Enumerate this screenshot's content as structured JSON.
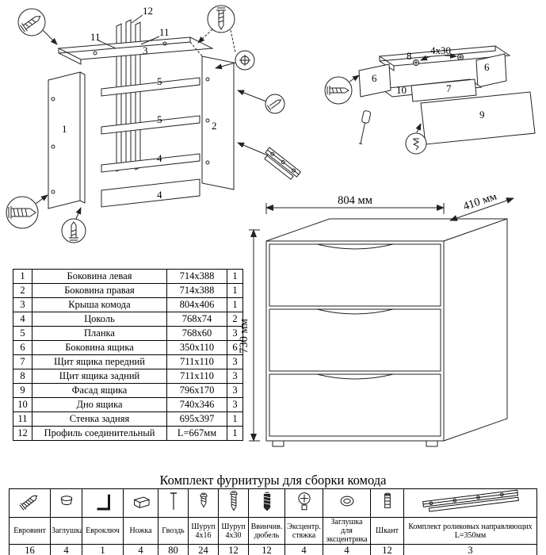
{
  "page": {
    "bg": "#ffffff",
    "ink": "#000000"
  },
  "part_numbers": {
    "p1": "1",
    "p2": "2",
    "p3": "3",
    "p4": "4",
    "p5": "5",
    "p6": "6",
    "p7": "7",
    "p8": "8",
    "p9": "9",
    "p10": "10",
    "p11": "11",
    "p12": "12"
  },
  "drawer_diagram": {
    "screw_label": "4x30"
  },
  "dimensions": {
    "width": "804 мм",
    "depth": "410 мм",
    "height": "730 мм"
  },
  "parts_table": {
    "rows": [
      {
        "num": "1",
        "name": "Боковина левая",
        "size": "714x388",
        "qty": "1"
      },
      {
        "num": "2",
        "name": "Боковина правая",
        "size": "714x388",
        "qty": "1"
      },
      {
        "num": "3",
        "name": "Крыша комода",
        "size": "804x406",
        "qty": "1"
      },
      {
        "num": "4",
        "name": "Цоколь",
        "size": "768x74",
        "qty": "2"
      },
      {
        "num": "5",
        "name": "Планка",
        "size": "768x60",
        "qty": "3"
      },
      {
        "num": "6",
        "name": "Боковина ящика",
        "size": "350x110",
        "qty": "6"
      },
      {
        "num": "7",
        "name": "Щит ящика передний",
        "size": "711x110",
        "qty": "3"
      },
      {
        "num": "8",
        "name": "Щит ящика задний",
        "size": "711x110",
        "qty": "3"
      },
      {
        "num": "9",
        "name": "Фасад ящика",
        "size": "796x170",
        "qty": "3"
      },
      {
        "num": "10",
        "name": "Дно ящика",
        "size": "740x346",
        "qty": "3"
      },
      {
        "num": "11",
        "name": "Стенка задняя",
        "size": "695x397",
        "qty": "1"
      },
      {
        "num": "12",
        "name": "Профиль соединительный",
        "size": "L=667мм",
        "qty": "1"
      }
    ]
  },
  "hardware": {
    "title": "Комплект фурнитуры для сборки комода",
    "items": [
      {
        "name": "Евровинт",
        "qty": "16",
        "icon": "confirmat-screw-icon"
      },
      {
        "name": "Заглушка",
        "qty": "4",
        "icon": "cap-icon"
      },
      {
        "name": "Евроключ",
        "qty": "1",
        "icon": "hex-key-icon"
      },
      {
        "name": "Ножка",
        "qty": "4",
        "icon": "foot-icon"
      },
      {
        "name": "Гвоздь",
        "qty": "80",
        "icon": "nail-icon"
      },
      {
        "name": "Шуруп 4x16",
        "qty": "24",
        "icon": "screw-4x16-icon"
      },
      {
        "name": "Шуруп 4x30",
        "qty": "12",
        "icon": "screw-4x30-icon"
      },
      {
        "name": "Ввинчив. дюбель",
        "qty": "12",
        "icon": "screw-in-dowel-icon"
      },
      {
        "name": "Эксцентр. стяжка",
        "qty": "4",
        "icon": "cam-lock-icon"
      },
      {
        "name": "Заглушка для эксцентрика",
        "qty": "4",
        "icon": "cam-cap-icon"
      },
      {
        "name": "Шкант",
        "qty": "12",
        "icon": "wood-dowel-icon"
      },
      {
        "name": "Комплект роликовых направляющих L=350мм",
        "qty": "3",
        "icon": "roller-guides-icon"
      }
    ]
  }
}
